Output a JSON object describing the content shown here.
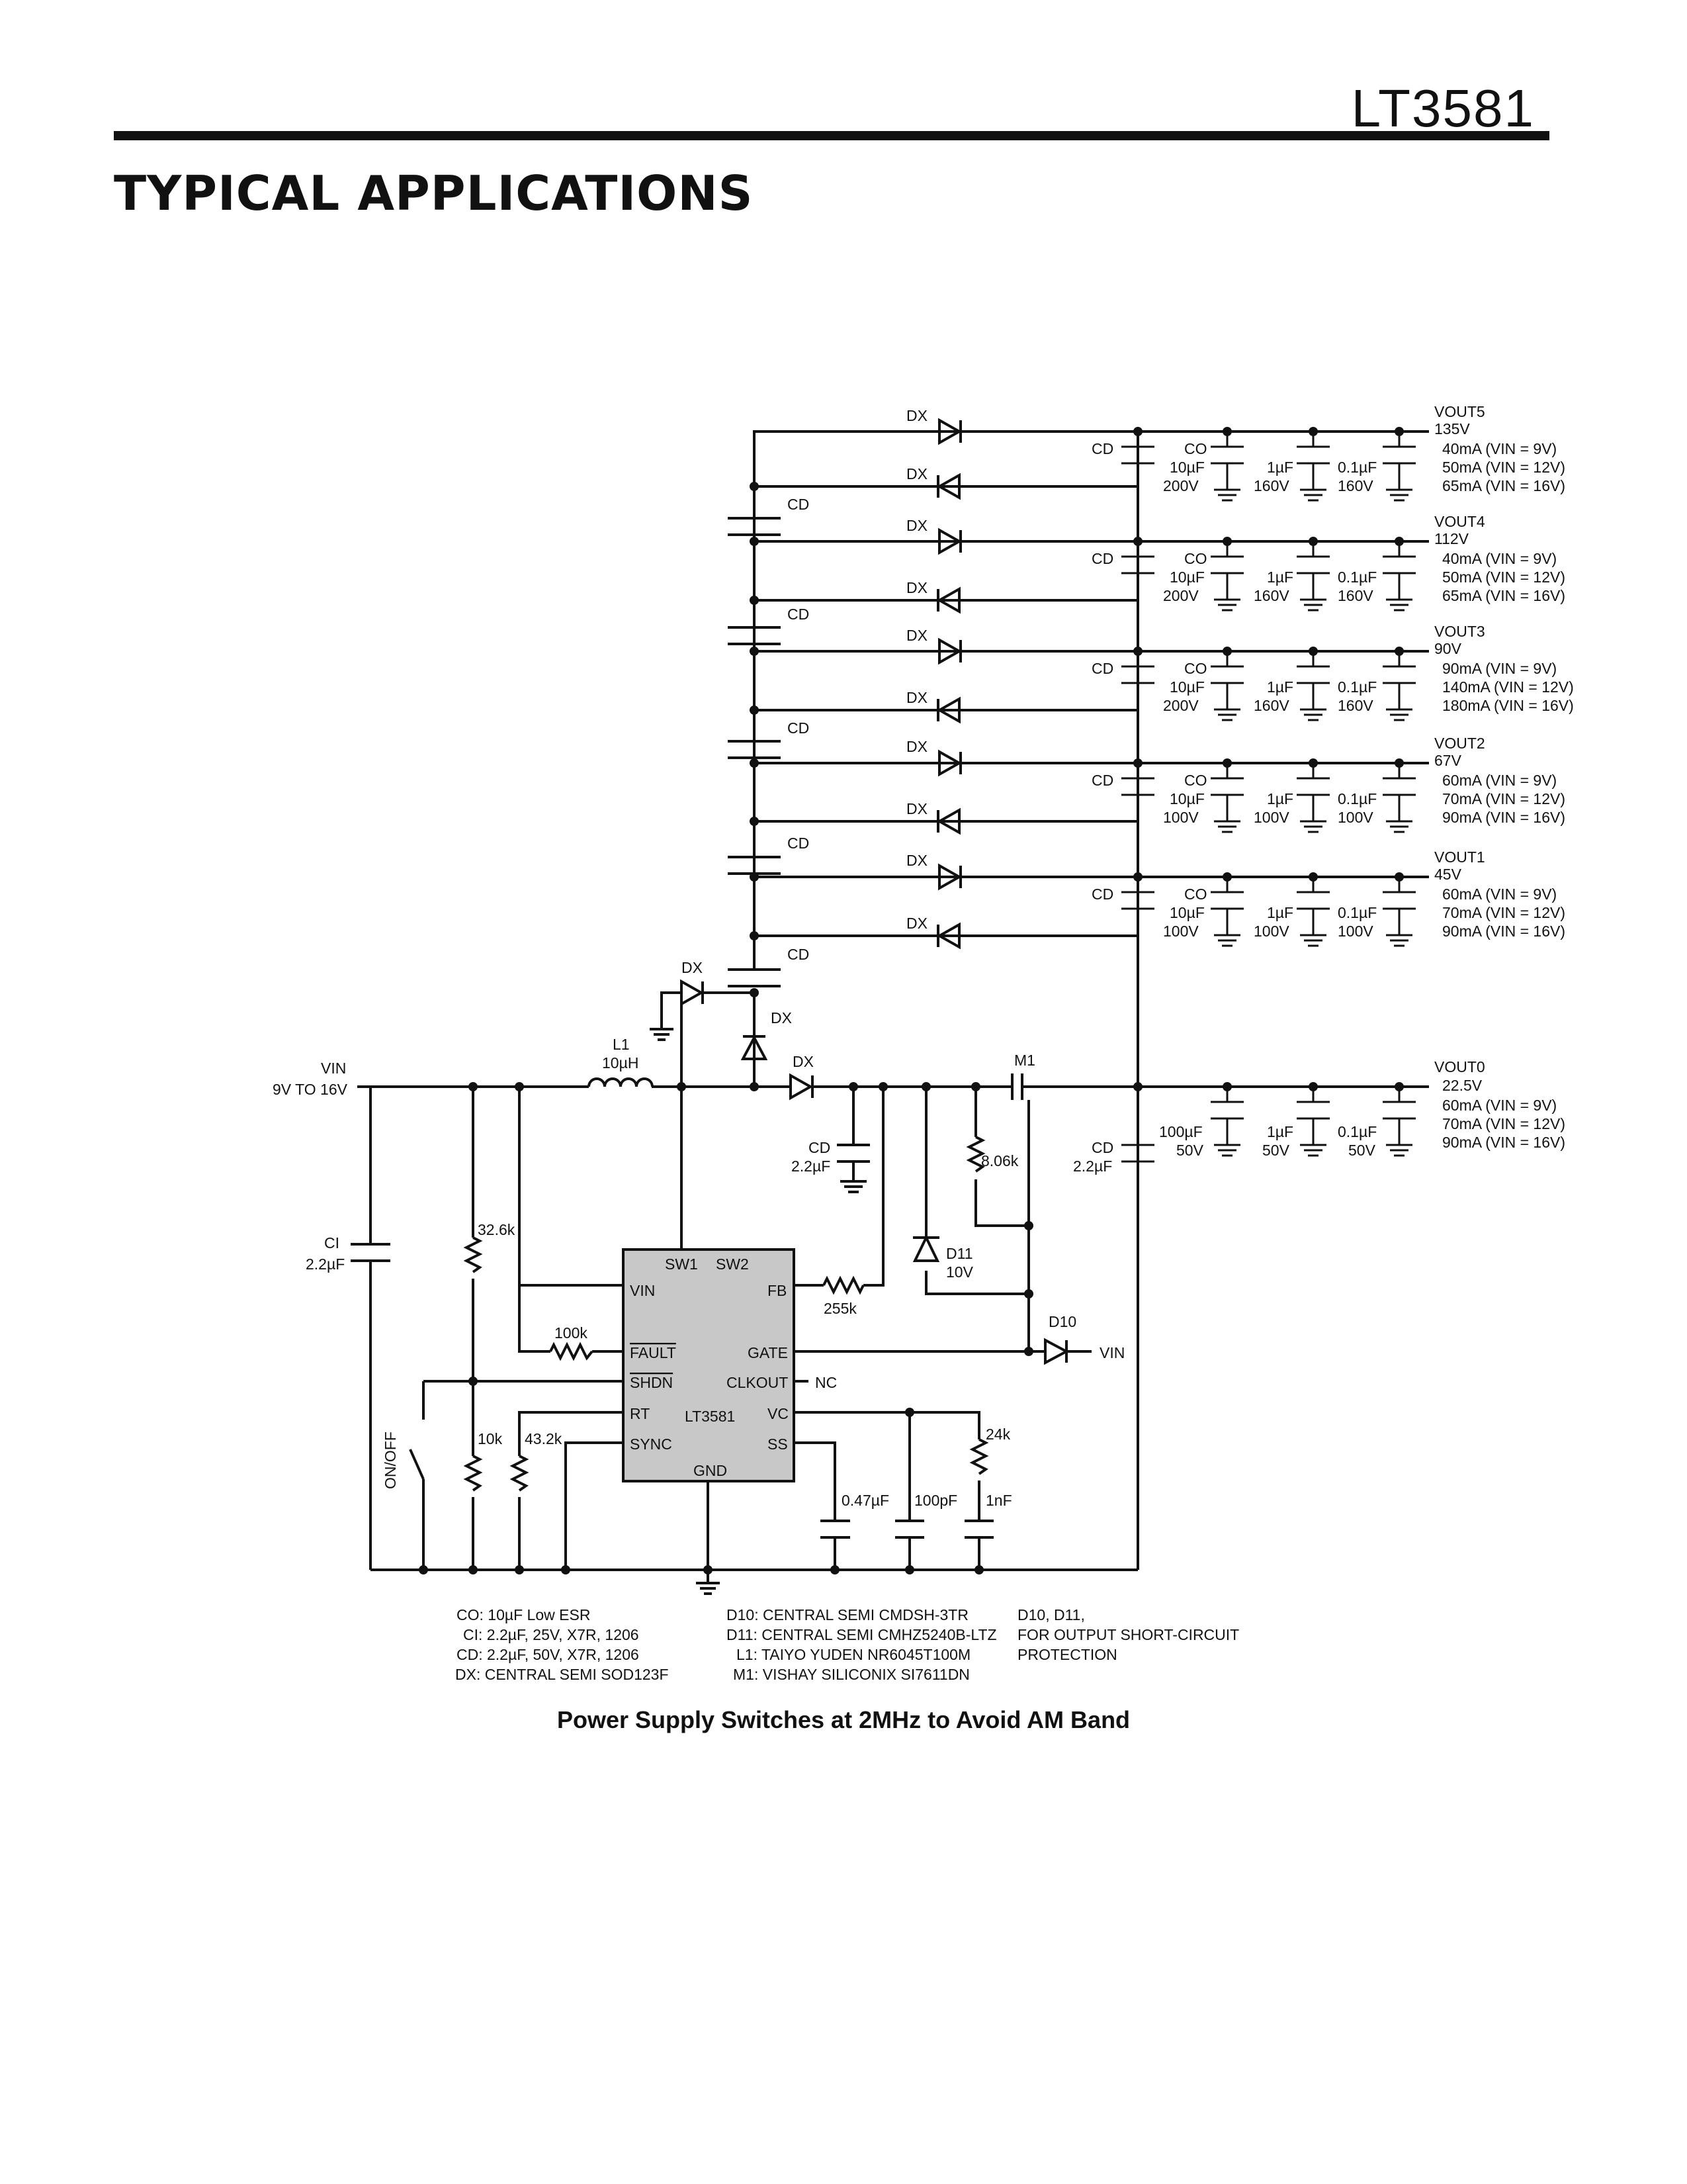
{
  "header": {
    "part_number": "LT3581",
    "section_title": "TYPICAL APPLICATIONS"
  },
  "caption": "Power Supply Switches at 2MHz to Avoid AM Band",
  "input": {
    "name": "VIN",
    "range": "9V TO 16V"
  },
  "ic": {
    "name": "LT3581",
    "pins": {
      "sw1": "SW1",
      "sw2": "SW2",
      "vin": "VIN",
      "fb": "FB",
      "fault": "FAULT",
      "gate": "GATE",
      "shdn": "SHDN",
      "clkout": "CLKOUT",
      "rt": "RT",
      "vc": "VC",
      "sync": "SYNC",
      "ss": "SS",
      "gnd": "GND"
    },
    "nc": "NC"
  },
  "components": {
    "l1_name": "L1",
    "l1_value": "10µH",
    "ci_name": "CI",
    "ci_value": "2.2µF",
    "r_32k6": "32.6k",
    "r_100k": "100k",
    "r_10k": "10k",
    "r_43k2": "43.2k",
    "r_255k": "255k",
    "r_8k06": "8.06k",
    "r_24k": "24k",
    "c_ss": "0.47µF",
    "c_100p": "100pF",
    "c_1n": "1nF",
    "m1": "M1",
    "d10": "D10",
    "d10_vin": "VIN",
    "d11": "D11",
    "d11_value": "10V",
    "dx": "DX",
    "cd": "CD",
    "co": "CO",
    "cd_value": "2.2µF",
    "on_off": "ON/OFF"
  },
  "outputs": [
    {
      "name": "VOUT5",
      "voltage": "135V",
      "c1": "10µF",
      "c1v": "200V",
      "c2": "1µF",
      "c2v": "160V",
      "c3": "0.1µF",
      "c3v": "160V",
      "loads": [
        "40mA (VIN = 9V)",
        "50mA (VIN = 12V)",
        "65mA (VIN = 16V)"
      ]
    },
    {
      "name": "VOUT4",
      "voltage": "112V",
      "c1": "10µF",
      "c1v": "200V",
      "c2": "1µF",
      "c2v": "160V",
      "c3": "0.1µF",
      "c3v": "160V",
      "loads": [
        "40mA (VIN = 9V)",
        "50mA (VIN = 12V)",
        "65mA (VIN = 16V)"
      ]
    },
    {
      "name": "VOUT3",
      "voltage": "90V",
      "c1": "10µF",
      "c1v": "200V",
      "c2": "1µF",
      "c2v": "160V",
      "c3": "0.1µF",
      "c3v": "160V",
      "loads": [
        "90mA (VIN = 9V)",
        "140mA (VIN = 12V)",
        "180mA (VIN = 16V)"
      ]
    },
    {
      "name": "VOUT2",
      "voltage": "67V",
      "c1": "10µF",
      "c1v": "100V",
      "c2": "1µF",
      "c2v": "100V",
      "c3": "0.1µF",
      "c3v": "100V",
      "loads": [
        "60mA (VIN = 9V)",
        "70mA (VIN = 12V)",
        "90mA (VIN = 16V)"
      ]
    },
    {
      "name": "VOUT1",
      "voltage": "45V",
      "c1": "10µF",
      "c1v": "100V",
      "c2": "1µF",
      "c2v": "100V",
      "c3": "0.1µF",
      "c3v": "100V",
      "loads": [
        "60mA (VIN = 9V)",
        "70mA (VIN = 12V)",
        "90mA (VIN = 16V)"
      ]
    }
  ],
  "vout0": {
    "name": "VOUT0",
    "voltage": "22.5V",
    "c1": "100µF",
    "c1v": "50V",
    "c2": "1µF",
    "c2v": "50V",
    "c3": "0.1µF",
    "c3v": "50V",
    "cd": "CD",
    "cd_value": "2.2µF",
    "loads": [
      "60mA (VIN = 9V)",
      "70mA (VIN = 12V)",
      "90mA (VIN = 16V)"
    ]
  },
  "notes": {
    "col1": [
      "CO:  10µF Low ESR",
      "CI: 2.2µF, 25V, X7R, 1206",
      "CD: 2.2µF, 50V, X7R, 1206",
      "DX: CENTRAL SEMI SOD123F"
    ],
    "col2": [
      "D10: CENTRAL SEMI CMDSH-3TR",
      "D11: CENTRAL SEMI CMHZ5240B-LTZ",
      "L1: TAIYO YUDEN NR6045T100M",
      "M1: VISHAY SILICONIX SI7611DN"
    ],
    "col3": [
      "D10, D11,",
      "FOR OUTPUT SHORT-CIRCUIT",
      "PROTECTION"
    ]
  }
}
